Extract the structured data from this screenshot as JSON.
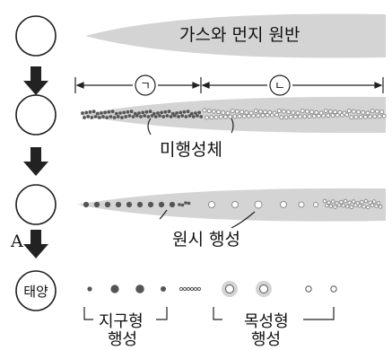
{
  "stage_labels": {
    "disk": "가스와 먼지 원반",
    "region_a": "ㄱ",
    "region_b": "ㄴ",
    "planetesimals": "미행성체",
    "protoplanets": "원시 행성",
    "sun": "태양"
  },
  "step_label": "A",
  "planet_groups": {
    "terrestrial_line1": "지구형",
    "terrestrial_line2": "행성",
    "jovian_line1": "목성형",
    "jovian_line2": "행성"
  },
  "colors": {
    "disk_fill": "#d4d4d4",
    "inner_dots": "#555555",
    "outer_dots": "#8c8c8c",
    "arrow": "#222222"
  }
}
